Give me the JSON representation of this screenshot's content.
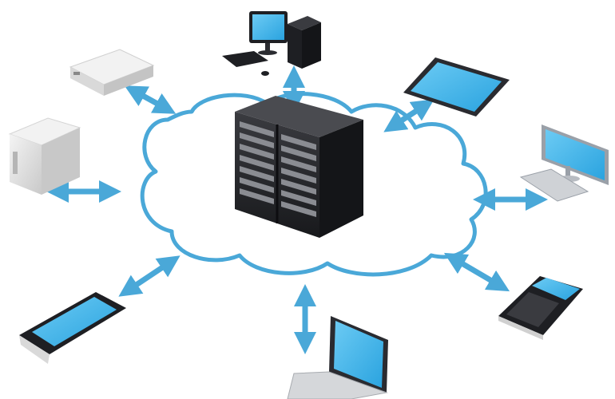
{
  "diagram": {
    "hub": {
      "name": "server-rack",
      "type": "data-center"
    },
    "cloud": {
      "shape": "cloud-outline"
    },
    "devices": [
      {
        "name": "desktop-computer"
      },
      {
        "name": "tablet"
      },
      {
        "name": "flat-monitor-workstation"
      },
      {
        "name": "qwerty-smartphone"
      },
      {
        "name": "laptop"
      },
      {
        "name": "touch-smartphone"
      },
      {
        "name": "tower-server"
      },
      {
        "name": "network-appliance"
      }
    ],
    "connections": "bidirectional-arrows"
  },
  "colors": {
    "cloud_fill": "#ffffff",
    "cloud_stroke": "#4aa8d8",
    "arrow": "#4aa8d8",
    "screen": "#3fb4ea",
    "rack": "#1e1f23",
    "appliance": "#e6e6e6"
  }
}
